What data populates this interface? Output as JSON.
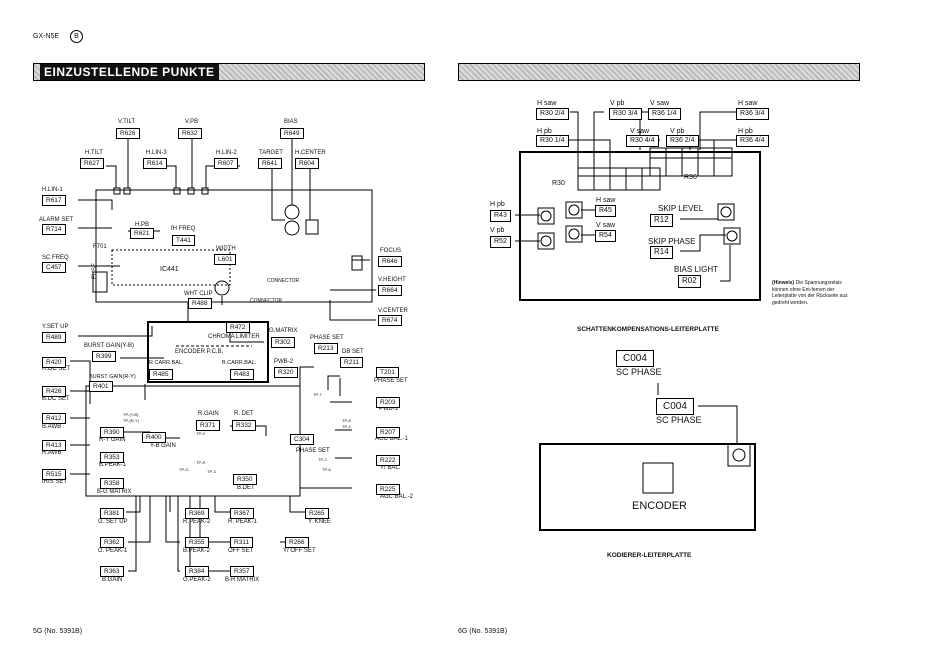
{
  "header": {
    "model": "GX-N5E",
    "badge": "B"
  },
  "left_banner": {
    "title": "EINZUSTELLENDE PUNKTE"
  },
  "left_labels": [
    "V.TILT",
    "V.PB",
    "BIAS",
    "H.TILT",
    "H.LIN-3",
    "H.LIN-2",
    "TARGET",
    "H.CENTER",
    "H.LIN-1",
    "ALARM SET",
    "H.PB",
    "fH FREQ",
    "F701",
    "SC FREQ",
    "WIDTH",
    "FUSE",
    "IC441",
    "FOCUS",
    "V.HEIGHT",
    "V.CENTER",
    "WHT CLIP",
    "CONNECTOR",
    "CONNECTOR",
    "Y.SET UP",
    "CHROMA LIMITER",
    "G.MATRIX",
    "PHASE SET",
    "BURST GAIN(Y-B)",
    "ENCODER  P.C.B.",
    "DB SET",
    "R.DC SET",
    "R.CARR.BAL.",
    "B.CARR.BAL.",
    "PWB-2",
    "BURST GAIN(R-Y)",
    "PHASE SET",
    "B.DC SET",
    "R.GAIN",
    "R. DET",
    "PWB-1",
    "B.AWB",
    "TP-(Y-B)",
    "TP-(R-Y)",
    "TP-9",
    "TP-7",
    "R-Y GAIN",
    "Y-B GAIN",
    "TP-8",
    "TP-1",
    "AGC BAL.-1",
    "R.AWB",
    "PHASE SET",
    "TP-2",
    "TP-6",
    "B.PEAK-1",
    "Y/ BAL.",
    "IRIS SET",
    "TP-G",
    "TP-R",
    "TP-3",
    "B.DET",
    "B-G MATRIX",
    "AGC BAL.-2",
    "G. SET UP",
    "R.PEAK-2",
    "R. PEAK-1",
    "Y. KNEE",
    "G. PEAK-1",
    "B.PEAK-2",
    "OFF SET",
    "Y/ OFF SET",
    "B.GAIN",
    "G.PEAK-2",
    "B-R MATRIX"
  ],
  "left_boxes": [
    "R626",
    "R632",
    "R649",
    "R627",
    "R614",
    "R607",
    "R641",
    "R604",
    "R617",
    "R714",
    "R621",
    "T441",
    "C457",
    "L601",
    "R646",
    "R664",
    "R674",
    "R488",
    "R489",
    "R472",
    "R302",
    "R213",
    "R399",
    "R211",
    "R420",
    "T201",
    "R485",
    "R483",
    "R320",
    "R426",
    "R401",
    "R203",
    "R412",
    "R390",
    "R371",
    "R332",
    "R400",
    "R207",
    "R413",
    "C304",
    "R353",
    "R222",
    "R515",
    "R350",
    "R358",
    "R225",
    "R381",
    "R369",
    "R367",
    "R265",
    "R362",
    "R355",
    "R311",
    "R266",
    "R363",
    "R384",
    "R357"
  ],
  "right_banner": {
    "title": ""
  },
  "shading": {
    "labels": [
      "H saw",
      "V pb",
      "V saw",
      "H saw",
      "H pb",
      "V saw",
      "V pb",
      "H pb",
      "R36",
      "R30",
      "H pb",
      "H saw",
      "V pb",
      "V saw",
      "SKIP LEVEL",
      "SKIP PHASE",
      "BIAS LIGHT"
    ],
    "boxes": [
      "R30 2/4",
      "R30 3/4",
      "R36 1/4",
      "R36 3/4",
      "R30 1/4",
      "R30 4/4",
      "R36 2/4",
      "R36 4/4",
      "R43",
      "R45",
      "R52",
      "R54",
      "R12",
      "R14",
      "R02"
    ],
    "note_head": "(Hinweis)",
    "note": "Die Spannungsrelais können ohne Ent-fernen der Leiterplatte von der Rückseite aus gedreht werden.",
    "caption": "SCHATTENKOMPENSATIONS-LEITERPLATTE"
  },
  "encoder": {
    "box1": "C004",
    "label1": "SC PHASE",
    "box2": "C004",
    "label2": "SC PHASE",
    "title": "ENCODER",
    "caption": "KODIERER-LEITERPLATTE"
  },
  "footer": {
    "left": "5G (No. 5391B)",
    "right": "6G (No. 5391B)"
  }
}
